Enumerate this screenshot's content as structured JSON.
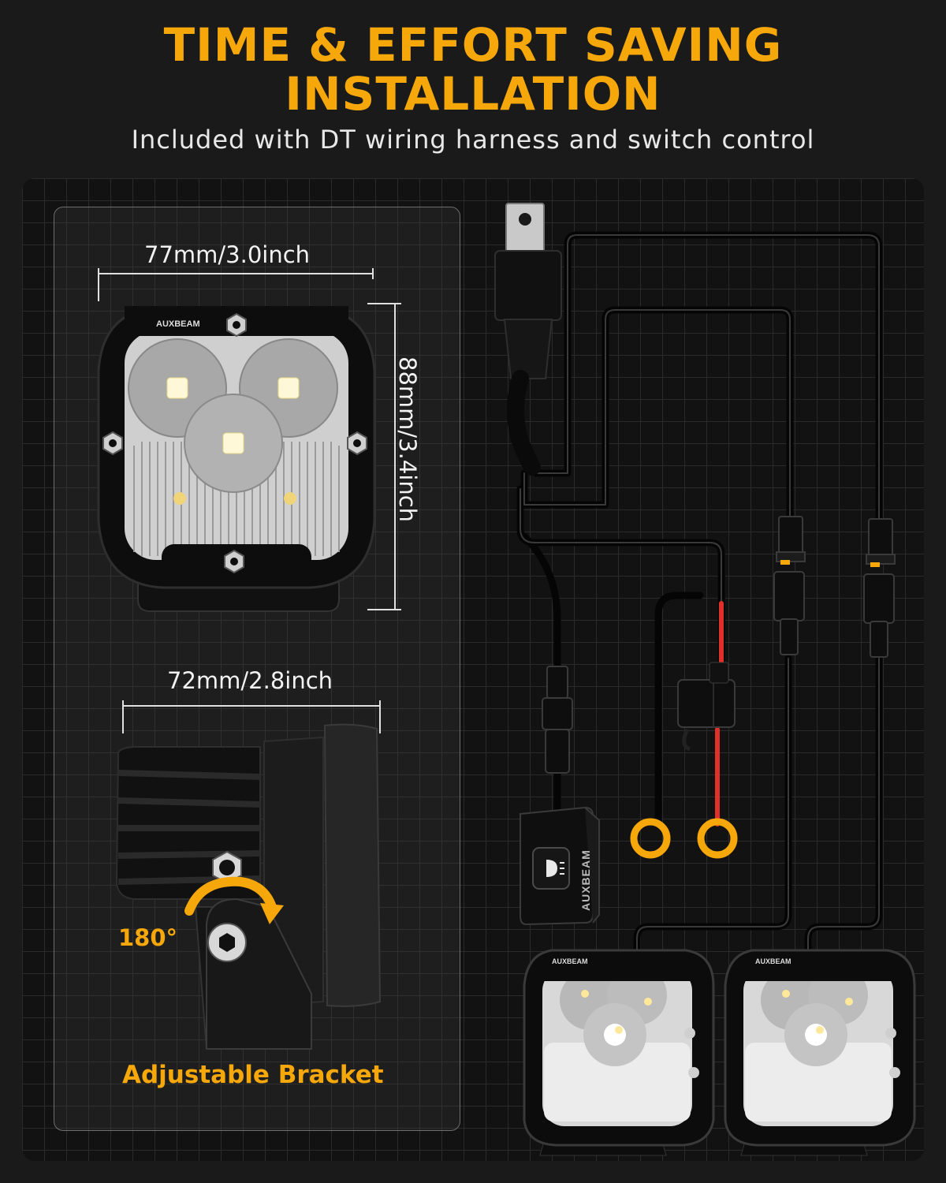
{
  "header": {
    "title_line1": "TIME & EFFORT SAVING",
    "title_line2": "INSTALLATION",
    "subtitle": "Included with DT wiring harness and switch control"
  },
  "dimensions": {
    "front_width": "77mm/3.0inch",
    "front_height": "88mm/3.4inch",
    "side_width": "72mm/2.8inch",
    "rotation": "180°",
    "bracket_label": "Adjustable Bracket"
  },
  "branding": {
    "logo_text": "AUXBEAM",
    "switch_text": "AUXBEAM"
  },
  "colors": {
    "accent": "#f6a70a",
    "wire_red": "#e0302a",
    "ring_terminal": "#f6a70a"
  }
}
